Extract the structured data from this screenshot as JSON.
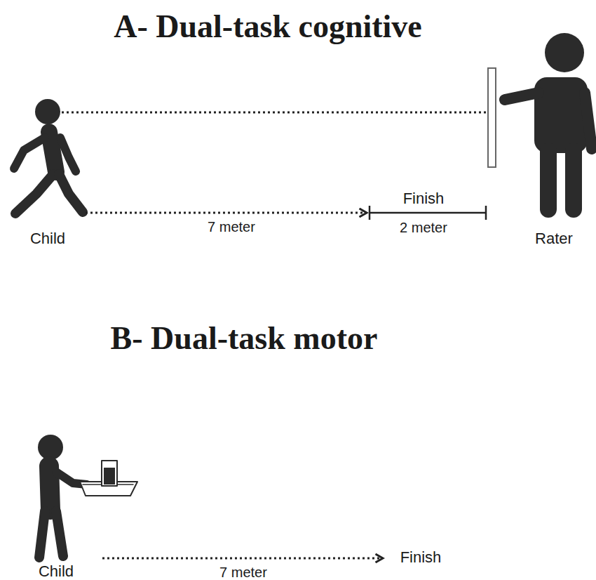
{
  "diagram": {
    "labels": [
      "A- Dual-task cognitive",
      "Child",
      "7 meter",
      "Finish",
      "2 meter",
      "Rater",
      "B- Dual-task motor",
      "Child",
      "7 meter",
      "Finish"
    ]
  }
}
